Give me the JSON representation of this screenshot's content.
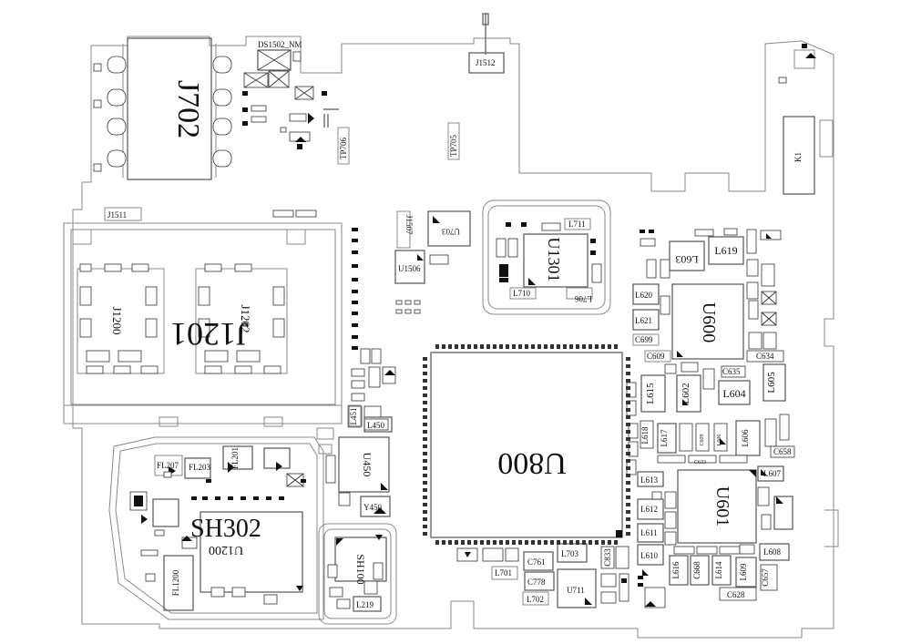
{
  "board": {
    "big_labels": {
      "j702": "J702",
      "j1201": "J1201",
      "sh302": "SH302",
      "u800": "U800",
      "u601": "U601",
      "u600": "U600",
      "u1301": "U1301",
      "u1200": "U1200"
    },
    "labels": [
      {
        "id": "ds1502",
        "text": "DS1502_NM"
      },
      {
        "id": "j1512",
        "text": "J1512"
      },
      {
        "id": "tp706",
        "text": "TP706"
      },
      {
        "id": "tp705",
        "text": "TP705"
      },
      {
        "id": "k1",
        "text": "K1"
      },
      {
        "id": "j1511",
        "text": "J1511"
      },
      {
        "id": "j1507",
        "text": "J1507"
      },
      {
        "id": "u703",
        "text": "U703"
      },
      {
        "id": "u1506",
        "text": "U1506"
      },
      {
        "id": "j1200",
        "text": "J1200"
      },
      {
        "id": "j1202",
        "text": "J1202"
      },
      {
        "id": "l711",
        "text": "L711"
      },
      {
        "id": "l710",
        "text": "L710"
      },
      {
        "id": "l706",
        "text": "L706"
      },
      {
        "id": "l603",
        "text": "L603"
      },
      {
        "id": "l619",
        "text": "L619"
      },
      {
        "id": "l620",
        "text": "L620"
      },
      {
        "id": "l621",
        "text": "L621"
      },
      {
        "id": "c699",
        "text": "C699"
      },
      {
        "id": "c609",
        "text": "C609"
      },
      {
        "id": "l615",
        "text": "L615"
      },
      {
        "id": "l602",
        "text": "L602"
      },
      {
        "id": "l604",
        "text": "L604"
      },
      {
        "id": "l605",
        "text": "L605"
      },
      {
        "id": "c635",
        "text": "C635"
      },
      {
        "id": "c634",
        "text": "C634"
      },
      {
        "id": "l618",
        "text": "L618"
      },
      {
        "id": "l617",
        "text": "L617"
      },
      {
        "id": "l606",
        "text": "L606"
      },
      {
        "id": "c658",
        "text": "C658"
      },
      {
        "id": "l607",
        "text": "L607"
      },
      {
        "id": "l613",
        "text": "L613"
      },
      {
        "id": "l612",
        "text": "L612"
      },
      {
        "id": "l611",
        "text": "L611"
      },
      {
        "id": "l610",
        "text": "L610"
      },
      {
        "id": "l608",
        "text": "L608"
      },
      {
        "id": "l616",
        "text": "L616"
      },
      {
        "id": "c668",
        "text": "C668"
      },
      {
        "id": "l614",
        "text": "L614"
      },
      {
        "id": "l609",
        "text": "L609"
      },
      {
        "id": "c657",
        "text": "C657"
      },
      {
        "id": "c628",
        "text": "C628"
      },
      {
        "id": "l703",
        "text": "L703"
      },
      {
        "id": "c761",
        "text": "C761"
      },
      {
        "id": "c833",
        "text": "C833"
      },
      {
        "id": "c778",
        "text": "C778"
      },
      {
        "id": "u711",
        "text": "U711"
      },
      {
        "id": "l701",
        "text": "L701"
      },
      {
        "id": "l702",
        "text": "L702"
      },
      {
        "id": "u450",
        "text": "U450"
      },
      {
        "id": "l450",
        "text": "L450"
      },
      {
        "id": "l451",
        "text": "L451"
      },
      {
        "id": "y450",
        "text": "Y450"
      },
      {
        "id": "fl207",
        "text": "FL207"
      },
      {
        "id": "fl203",
        "text": "FL203"
      },
      {
        "id": "fl201",
        "text": "FL201"
      },
      {
        "id": "fl1200",
        "text": "FL1200"
      },
      {
        "id": "l219",
        "text": "L219"
      },
      {
        "id": "sh100",
        "text": "SH100"
      },
      {
        "id": "c633",
        "text": "C633"
      },
      {
        "id": "c609b",
        "text": "C609"
      },
      {
        "id": "l606b",
        "text": "L606"
      }
    ]
  }
}
